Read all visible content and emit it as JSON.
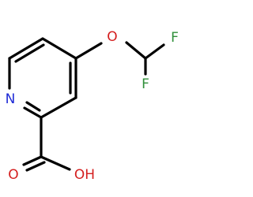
{
  "molecule": {
    "atoms": {
      "ring_nitrogen": "N",
      "ether_oxygen": "O",
      "fluorine_top": "F",
      "fluorine_bottom": "F",
      "carbonyl_oxygen": "O",
      "hydroxyl": "OH"
    },
    "colors": {
      "bond": "#000000",
      "nitrogen": "#1f2bd6",
      "oxygen": "#d41e1e",
      "fluorine": "#2f8f3a"
    }
  }
}
